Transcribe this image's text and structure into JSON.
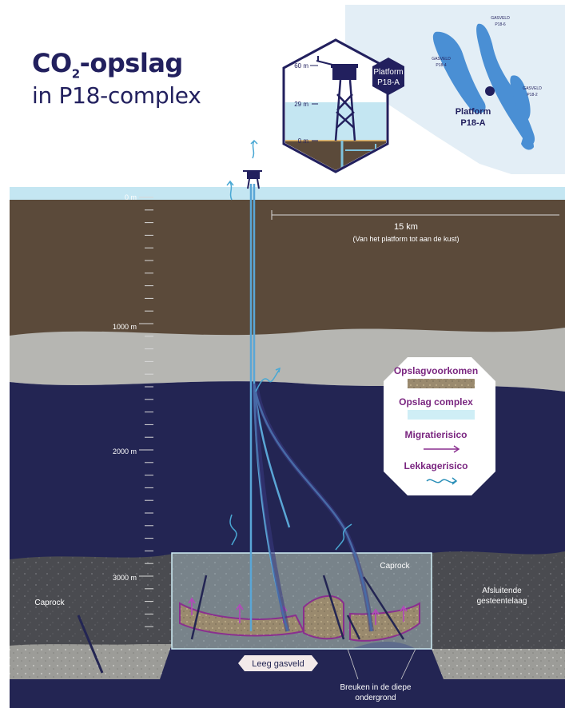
{
  "title": {
    "main": "CO",
    "sub": "2",
    "suffix": "-opslag",
    "line2": "in P18-complex"
  },
  "inset": {
    "platform_label": [
      "Platform",
      "P18-A"
    ],
    "depths": [
      "60 m",
      "29 m",
      "0 m"
    ]
  },
  "map": {
    "fields": [
      {
        "name": "GASVELD",
        "code": "P18-6"
      },
      {
        "name": "GASVELD",
        "code": "P18-4"
      },
      {
        "name": "GASVELD",
        "code": "P18-2"
      }
    ],
    "platform": [
      "Platform",
      "P18-A"
    ]
  },
  "depth_axis": [
    "0 m",
    "1000 m",
    "2000 m",
    "3000 m"
  ],
  "scale": {
    "distance": "15 km",
    "caption": "(Van het platform tot aan de kust)"
  },
  "legend": {
    "items": [
      "Opslagvoorkomen",
      "Opslag complex",
      "Migratierisico",
      "Lekkagerisico"
    ],
    "colors": {
      "opslagvoorkomen": "#9a8a6e",
      "opslag_complex": "#cfeef6",
      "migratie": "#8a2f8f",
      "lekkage": "#2a8fb8"
    }
  },
  "labels": {
    "caprock_left": "Caprock",
    "caprock_center": "Caprock",
    "afsluitend": [
      "Afsluitende",
      "gesteentelaag"
    ],
    "leeg_gasveld": "Leeg gasveld",
    "breuken": [
      "Breuken in de diepe",
      "ondergrond"
    ]
  },
  "colors": {
    "navy": "#22205e",
    "sea": "#c4e6f2",
    "sediment": "#5b4a3a",
    "grey_band": "#b6b6b2",
    "deep": "#232553",
    "caprock": "#4a4b50"
  }
}
